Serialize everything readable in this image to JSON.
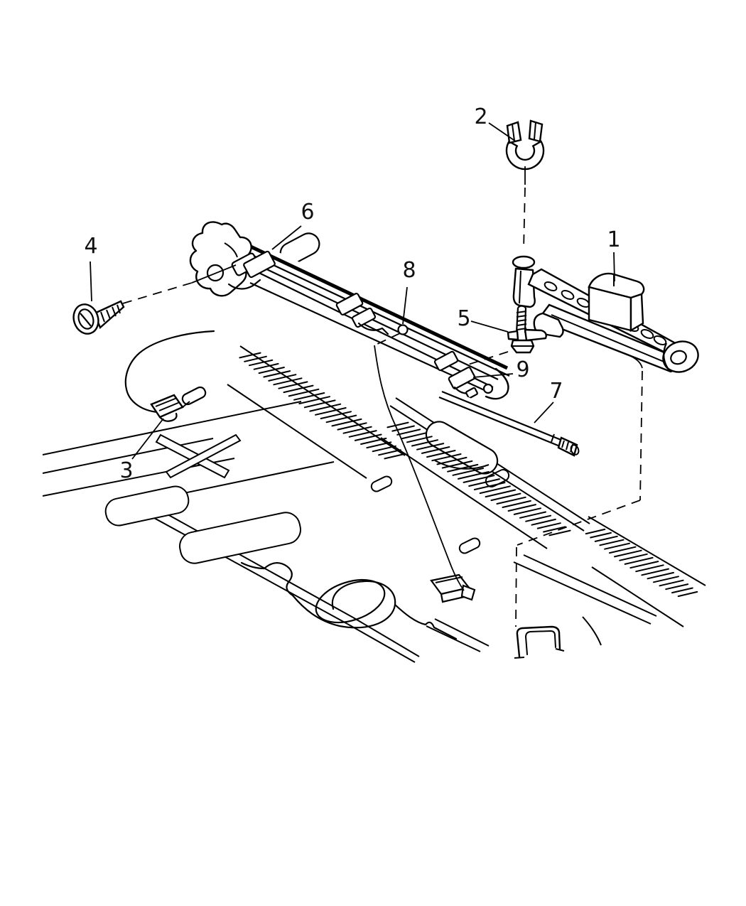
{
  "figure": {
    "background": "#ffffff",
    "ink": "#000000"
  },
  "callouts": [
    {
      "label": "1"
    },
    {
      "label": "2"
    },
    {
      "label": "3"
    },
    {
      "label": "4"
    },
    {
      "label": "5"
    },
    {
      "label": "6"
    },
    {
      "label": "7"
    },
    {
      "label": "8"
    },
    {
      "label": "9"
    }
  ]
}
